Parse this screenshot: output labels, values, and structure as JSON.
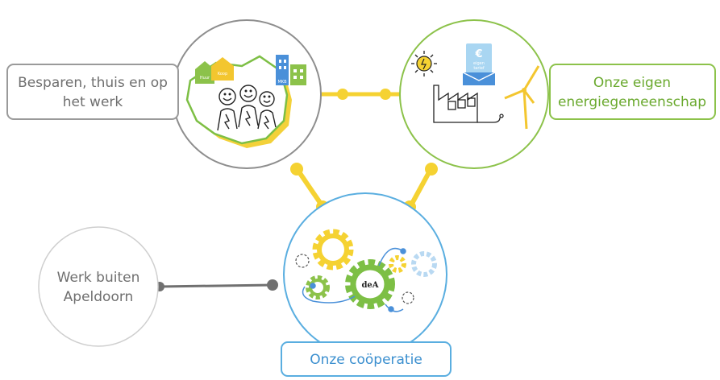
{
  "nodes": {
    "besparen": {
      "line1": "Besparen, thuis en op",
      "line2": "het werk"
    },
    "energie": {
      "line1": "Onze eigen",
      "line2": "energiegemeenschap"
    },
    "cooperatie": {
      "label": "Onze coöperatie"
    },
    "werk_buiten": {
      "line1": "Werk buiten",
      "line2": "Apeldoorn"
    }
  },
  "illustrations": {
    "house_sign_1": "Huur",
    "house_sign_2": "Koop",
    "building_sign": "MKB",
    "card_symbol": "€",
    "card_line1": "eigen",
    "card_line2": "tarief",
    "gear_logo": "deA"
  },
  "colors": {
    "connector_yellow": "#f5d232",
    "gray": "#9a9a9a",
    "green": "#8cc24a",
    "blue": "#5aaee0",
    "connector_gray": "#707070"
  }
}
